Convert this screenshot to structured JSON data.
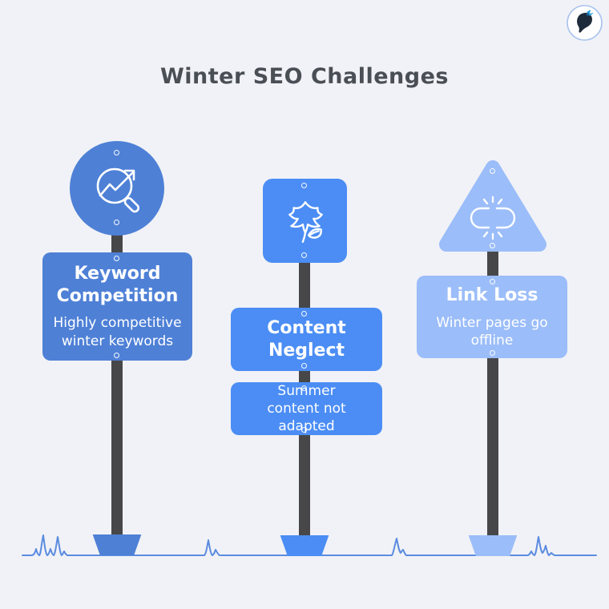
{
  "title": "Winter SEO Challenges",
  "colors": {
    "background": "#f1f2f7",
    "post_keyword": "#4e80d6",
    "post_content": "#4b8df4",
    "post_link": "#9bbdf9",
    "pole": "#47474a",
    "ground_line": "#5b8ce0",
    "title_text": "#4a4e55",
    "sign_text": "#ffffff"
  },
  "posts": [
    {
      "name": "keyword-competition",
      "shape": "circle",
      "icon": "search-trend-icon",
      "heading": "Keyword Competition",
      "description": "Highly competitive winter keywords"
    },
    {
      "name": "content-neglect",
      "shape": "square",
      "icon": "leaf-icon",
      "heading": "Content Neglect",
      "description": "Summer content not adapted"
    },
    {
      "name": "link-loss",
      "shape": "triangle",
      "icon": "broken-link-icon",
      "heading": "Link Loss",
      "description": "Winter pages go offline"
    }
  ]
}
